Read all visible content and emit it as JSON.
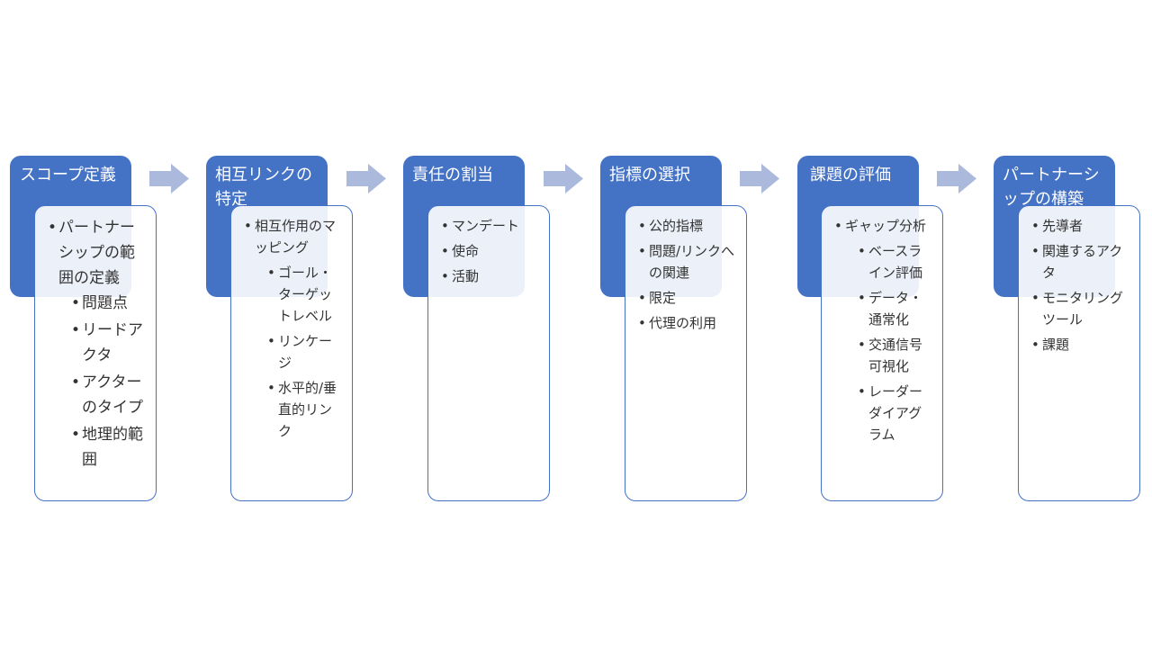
{
  "steps": [
    {
      "title": "スコープ定義",
      "bullets": [
        {
          "text": "パートナーシップの範囲の定義",
          "sub": [
            "問題点",
            "リードアクタ",
            "アクターのタイプ",
            "地理的範囲"
          ]
        }
      ]
    },
    {
      "title": "相互リンクの特定",
      "bullets": [
        {
          "text": "相互作用のマッピング",
          "sub": [
            "ゴール・ターゲットレベル",
            "リンケージ",
            "水平的/垂直的リンク"
          ]
        }
      ]
    },
    {
      "title": "責任の割当",
      "bullets": [
        {
          "text": "マンデート"
        },
        {
          "text": "使命"
        },
        {
          "text": "活動"
        }
      ]
    },
    {
      "title": "指標の選択",
      "bullets": [
        {
          "text": "公的指標"
        },
        {
          "text": "問題/リンクへの関連"
        },
        {
          "text": "限定"
        },
        {
          "text": "代理の利用"
        }
      ]
    },
    {
      "title": "課題の評価",
      "bullets": [
        {
          "text": "ギャップ分析",
          "sub": [
            "ベースライン評価",
            "データ・通常化",
            "交通信号可視化",
            "レーダーダイアグラム"
          ]
        }
      ]
    },
    {
      "title": "パートナーシップの構築",
      "bullets": [
        {
          "text": "先導者"
        },
        {
          "text": "関連するアクタ"
        },
        {
          "text": "モニタリングツール"
        },
        {
          "text": "課題"
        }
      ]
    }
  ],
  "colors": {
    "header_fill": "#4472c4",
    "card_border": "#4472c4",
    "arrow_fill": "#aab9dc"
  },
  "connector_icon": "right-arrow-icon"
}
